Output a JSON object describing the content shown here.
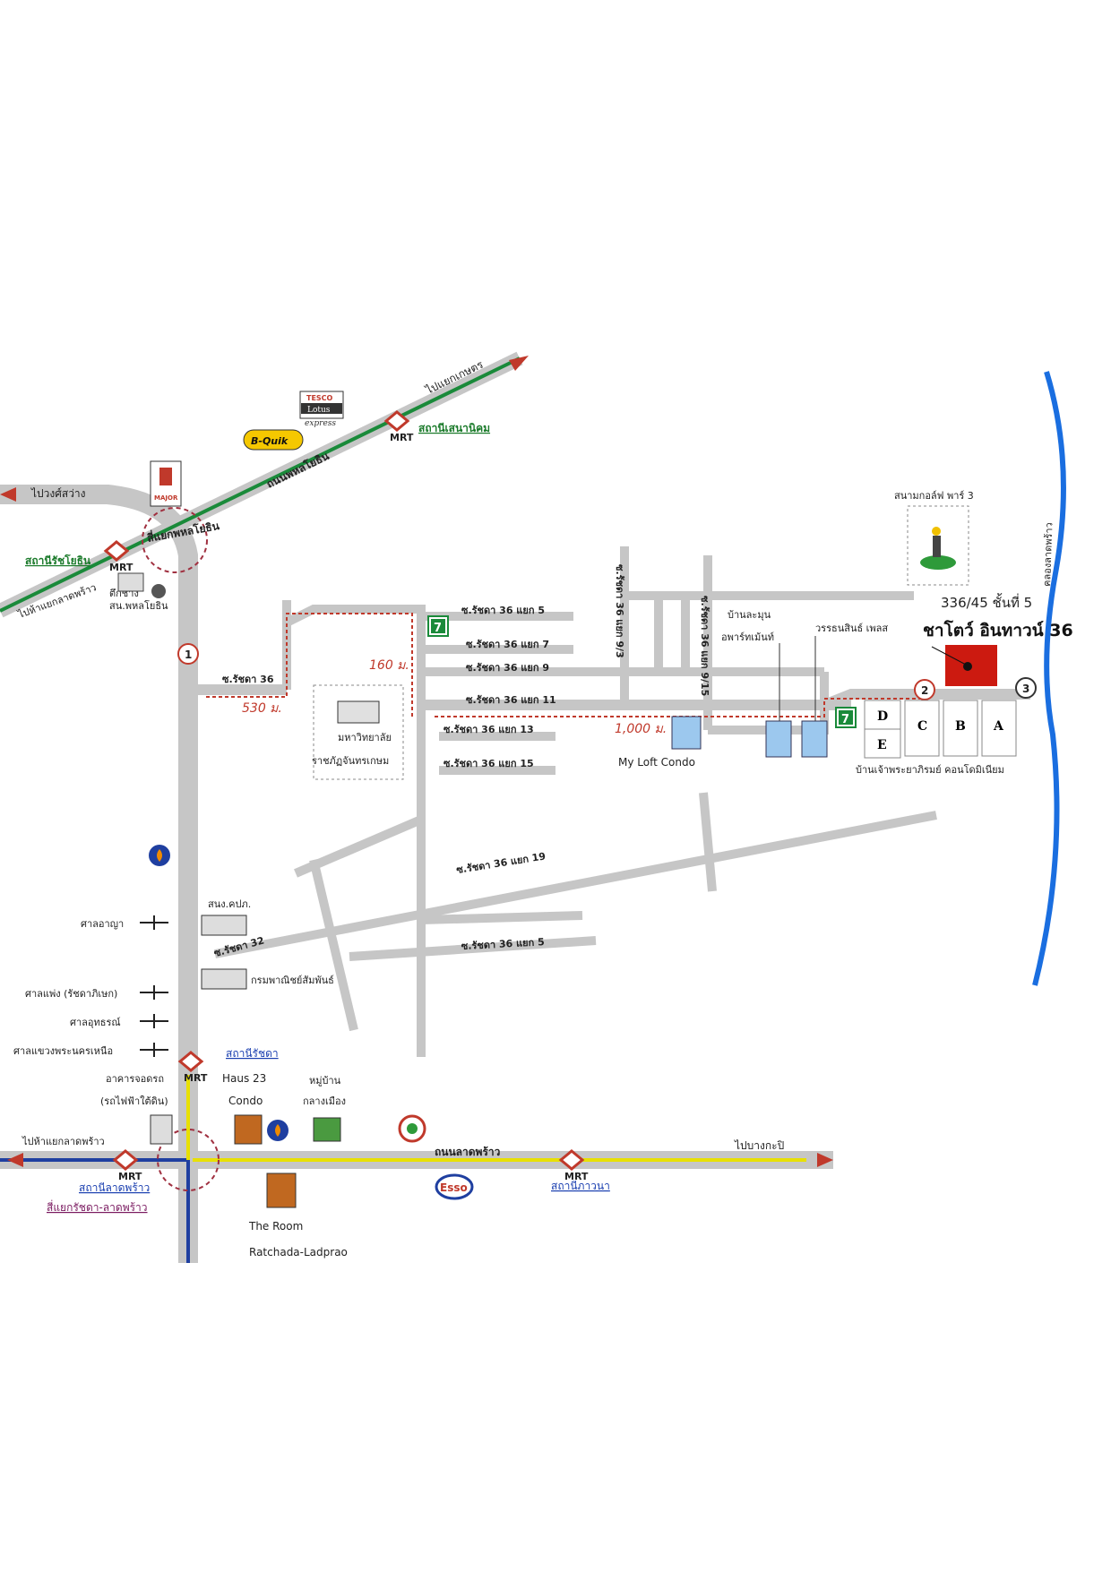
{
  "labels": {
    "to_kaset": "ไปแยกเกษตร",
    "phahon_road": "ถนนพหลโยธิน",
    "to_wong_sawang": "ไปวงศ์สว่าง",
    "to_ladprao_junction_top": "ไปห้าแยกลาดพร้าว",
    "phahon_junction": "สี่แยกพหลโยธิน",
    "tik_chang": "ตึกช้าง",
    "phahon_police": "สน.พหลโยธิน",
    "golf_course": "สนามกอล์ฟ พาร์ 3",
    "address_line1": "336/45 ชั้นที่ 5",
    "address_line2": "ชาโตว์ อินทาวน์ 36",
    "ratchada_36": "ซ.รัชดา 36",
    "soi_5": "ซ.รัชดา 36 แยก 5",
    "soi_7": "ซ.รัชดา 36 แยก 7",
    "soi_9": "ซ.รัชดา 36 แยก 9",
    "soi_11": "ซ.รัชดา 36 แยก 11",
    "soi_13": "ซ.รัชดา 36 แยก 13",
    "soi_15": "ซ.รัชดา 36 แยก 15",
    "soi_19": "ซ.รัชดา 36 แยก 19",
    "soi_5_lower": "ซ.รัชดา 36 แยก 5",
    "soi_9_3": "ซ.รัชดา 36 แยก 9/3",
    "soi_9_15": "ซ.รัชดา 36 แยก 9/15",
    "dist_160": "160 ม.",
    "dist_530": "530 ม.",
    "dist_1000": "1,000 ม.",
    "university_1": "มหาวิทยาลัย",
    "university_2": "ราชภัฏจันทรเกษม",
    "ban_lamun_1": "บ้านละมุน",
    "ban_lamun_2": "อพาร์ทเม้นท์",
    "wanthana_place": "วรรธนสินธ์ เพลส",
    "my_loft": "My Loft Condo",
    "ban_chao_phraya": "บ้านเจ้าพระยาภิรมย์ คอนโดมิเนียม",
    "bldg_D": "D",
    "bldg_E": "E",
    "bldg_C": "C",
    "bldg_B": "B",
    "bldg_A": "A",
    "canal": "คลองลาดพร้าว",
    "marker_1": "1",
    "marker_2": "2",
    "marker_3": "3",
    "sanong_kopo": "สนง.คปภ.",
    "ratchada_32": "ซ.รัชดา 32",
    "criminal_court": "ศาลอาญา",
    "commerce_dept": "กรมพาณิชย์สัมพันธ์",
    "civil_court": "ศาลแพ่ง (รัชดาภิเษก)",
    "juvenile_court": "ศาลอุทธรณ์",
    "north_court": "ศาลแขวงพระนครเหนือ",
    "ratchada_station": "สถานีรัชดา",
    "parking_1": "อาคารจอดรถ",
    "parking_2": "(รถไฟฟ้าใต้ดิน)",
    "haus23_1": "Haus 23",
    "haus23_2": "Condo",
    "village_1": "หมู่บ้าน",
    "village_2": "กลางเมือง",
    "ladprao_road": "ถนนลาดพร้าว",
    "to_ladprao_junction_bottom": "ไปห้าแยกลาดพร้าว",
    "to_bangkapi": "ไปบางกะปิ",
    "ladprao_station": "สถานีลาดพร้าว",
    "ratchada_ladprao_junction": "สี่แยกรัชดา-ลาดพร้าว",
    "the_room_1": "The Room",
    "the_room_2": "Ratchada-Ladprao",
    "phawana_station": "สถานีภาวนา",
    "sena_station": "สถานีเสนานิคม",
    "ratchayothin_station": "สถานีรัชโยธิน"
  },
  "logos": {
    "tesco_1": "TESCO",
    "tesco_2": "Lotus",
    "tesco_3": "express",
    "bquik": "B-Quik",
    "major": "MAJOR",
    "seven": "7",
    "esso": "Esso",
    "mrt": "MRT"
  },
  "colors": {
    "road": "#c6c6c6",
    "phahon_line": "#1a8a3a",
    "ladprao_line": "#e8e000",
    "mrt_line": "#1f3fa0",
    "canal": "#1a6ee0",
    "route": "#c0392b",
    "destination": "#cc1a10"
  }
}
